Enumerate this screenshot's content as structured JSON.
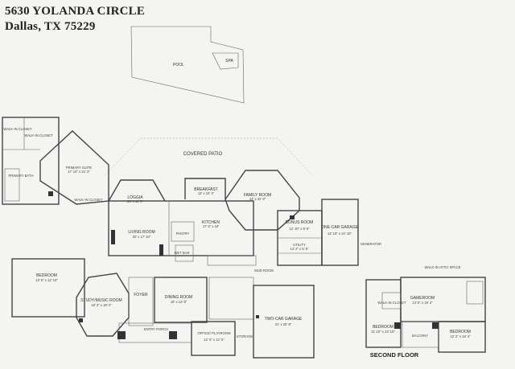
{
  "address": {
    "line1": "5630 YOLANDA CIRCLE",
    "line2": "Dallas, TX 75229"
  },
  "pool": {
    "pool": "POOL",
    "spa": "SPA"
  },
  "first_floor": {
    "covered_patio": "COVERED PATIO",
    "walk_in_closet": "WALK-IN CLOSET",
    "primary_bath": "PRIMARY BATH",
    "primary_suite": {
      "name": "PRIMARY SUITE",
      "dim": "17' 10\" x 21' 2\""
    },
    "loggia": {
      "name": "LOGGIA",
      "dim": "20' x 11' 8\""
    },
    "breakfast": {
      "name": "BREAKFAST",
      "dim": "12' x 10' 4\""
    },
    "family_room": {
      "name": "FAMILY ROOM",
      "dim": "23' x 22' 8\""
    },
    "kitchen": {
      "name": "KITCHEN",
      "dim": "17' 5\" x 18'"
    },
    "living_room": {
      "name": "LIVING ROOM",
      "dim": "20' x 17' 10\""
    },
    "pantry": "PANTRY",
    "wet_bar": "WET BAR",
    "bonus_room": {
      "name": "BONUS ROOM",
      "dim": "12' 10\" x 9' 5\""
    },
    "utility": {
      "name": "UTILITY",
      "dim": "14' 2\" x 5' 8\""
    },
    "one_car_garage": {
      "name": "ONE-CAR GARAGE",
      "dim": "12' 10\" x 24' 10\""
    },
    "generator": "GENERATOR",
    "mud_room": "MUD ROOM",
    "bedroom": {
      "name": "BEDROOM",
      "dim": "13' 6\" x 12' 10\""
    },
    "study": {
      "name": "STUDY/MUSIC ROOM",
      "dim": "18' 2\" x 18' 2\""
    },
    "foyer": "FOYER",
    "dining_room": {
      "name": "DINING ROOM",
      "dim": "19' x 14' 8\""
    },
    "entry_porch": "ENTRY PORCH",
    "office": {
      "name": "OFFICE/ PLAYROOM",
      "dim": "12' 5\" x 12' 5\""
    },
    "storage": "STORAGE",
    "two_car_garage": {
      "name": "TWO-CAR GARAGE",
      "dim": "21' x 20' 8\""
    }
  },
  "second_floor": {
    "title": "SECOND FLOOR",
    "attic": "WALK-IN ATTIC SPACE",
    "gameroom": {
      "name": "GAMEROOM",
      "dim": "13' 5\" x 18' 4\""
    },
    "walk_in_closet": "WALK-IN CLOSET",
    "bedroom_left": {
      "name": "BEDROOM",
      "dim": "11' 10\" x 13' 10\""
    },
    "balcony": "BALCONY",
    "bedroom_right": {
      "name": "BEDROOM",
      "dim": "12' 2\" x 18' 4\""
    }
  }
}
